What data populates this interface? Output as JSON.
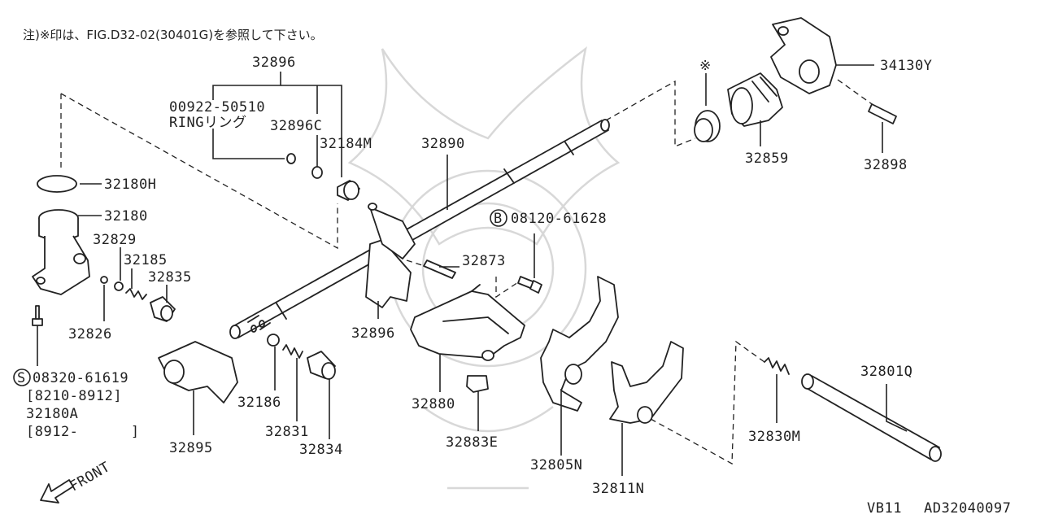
{
  "note": "注)※印は、FIG.D32-02(30401G)を参照して下さい。",
  "labels": {
    "p32896_top": "32896",
    "p00922": "00922-50510",
    "ring": "RINGリング",
    "p32896C": "32896C",
    "p32184M": "32184M",
    "p32890": "32890",
    "star": "※",
    "p34130Y": "34130Y",
    "p32859": "32859",
    "p32898": "32898",
    "p32180H": "32180H",
    "p32180": "32180",
    "p32829": "32829",
    "p32185": "32185",
    "p32835": "32835",
    "p32826": "32826",
    "circB": "B",
    "p08120": "08120-61628",
    "p32873": "32873",
    "p32896_mid": "32896",
    "circS": "S",
    "p08320": "08320-61619",
    "range1": "[8210-8912]",
    "p32180A": "32180A",
    "range2": "[8912-      ]",
    "p32186": "32186",
    "p32831": "32831",
    "p32834": "32834",
    "p32895": "32895",
    "p32880": "32880",
    "p32883E": "32883E",
    "p32805N": "32805N",
    "p32811N": "32811N",
    "p32830M": "32830M",
    "p32801Q": "32801Q",
    "front": "FRONT",
    "model": "VB11",
    "code": "AD32040097"
  }
}
